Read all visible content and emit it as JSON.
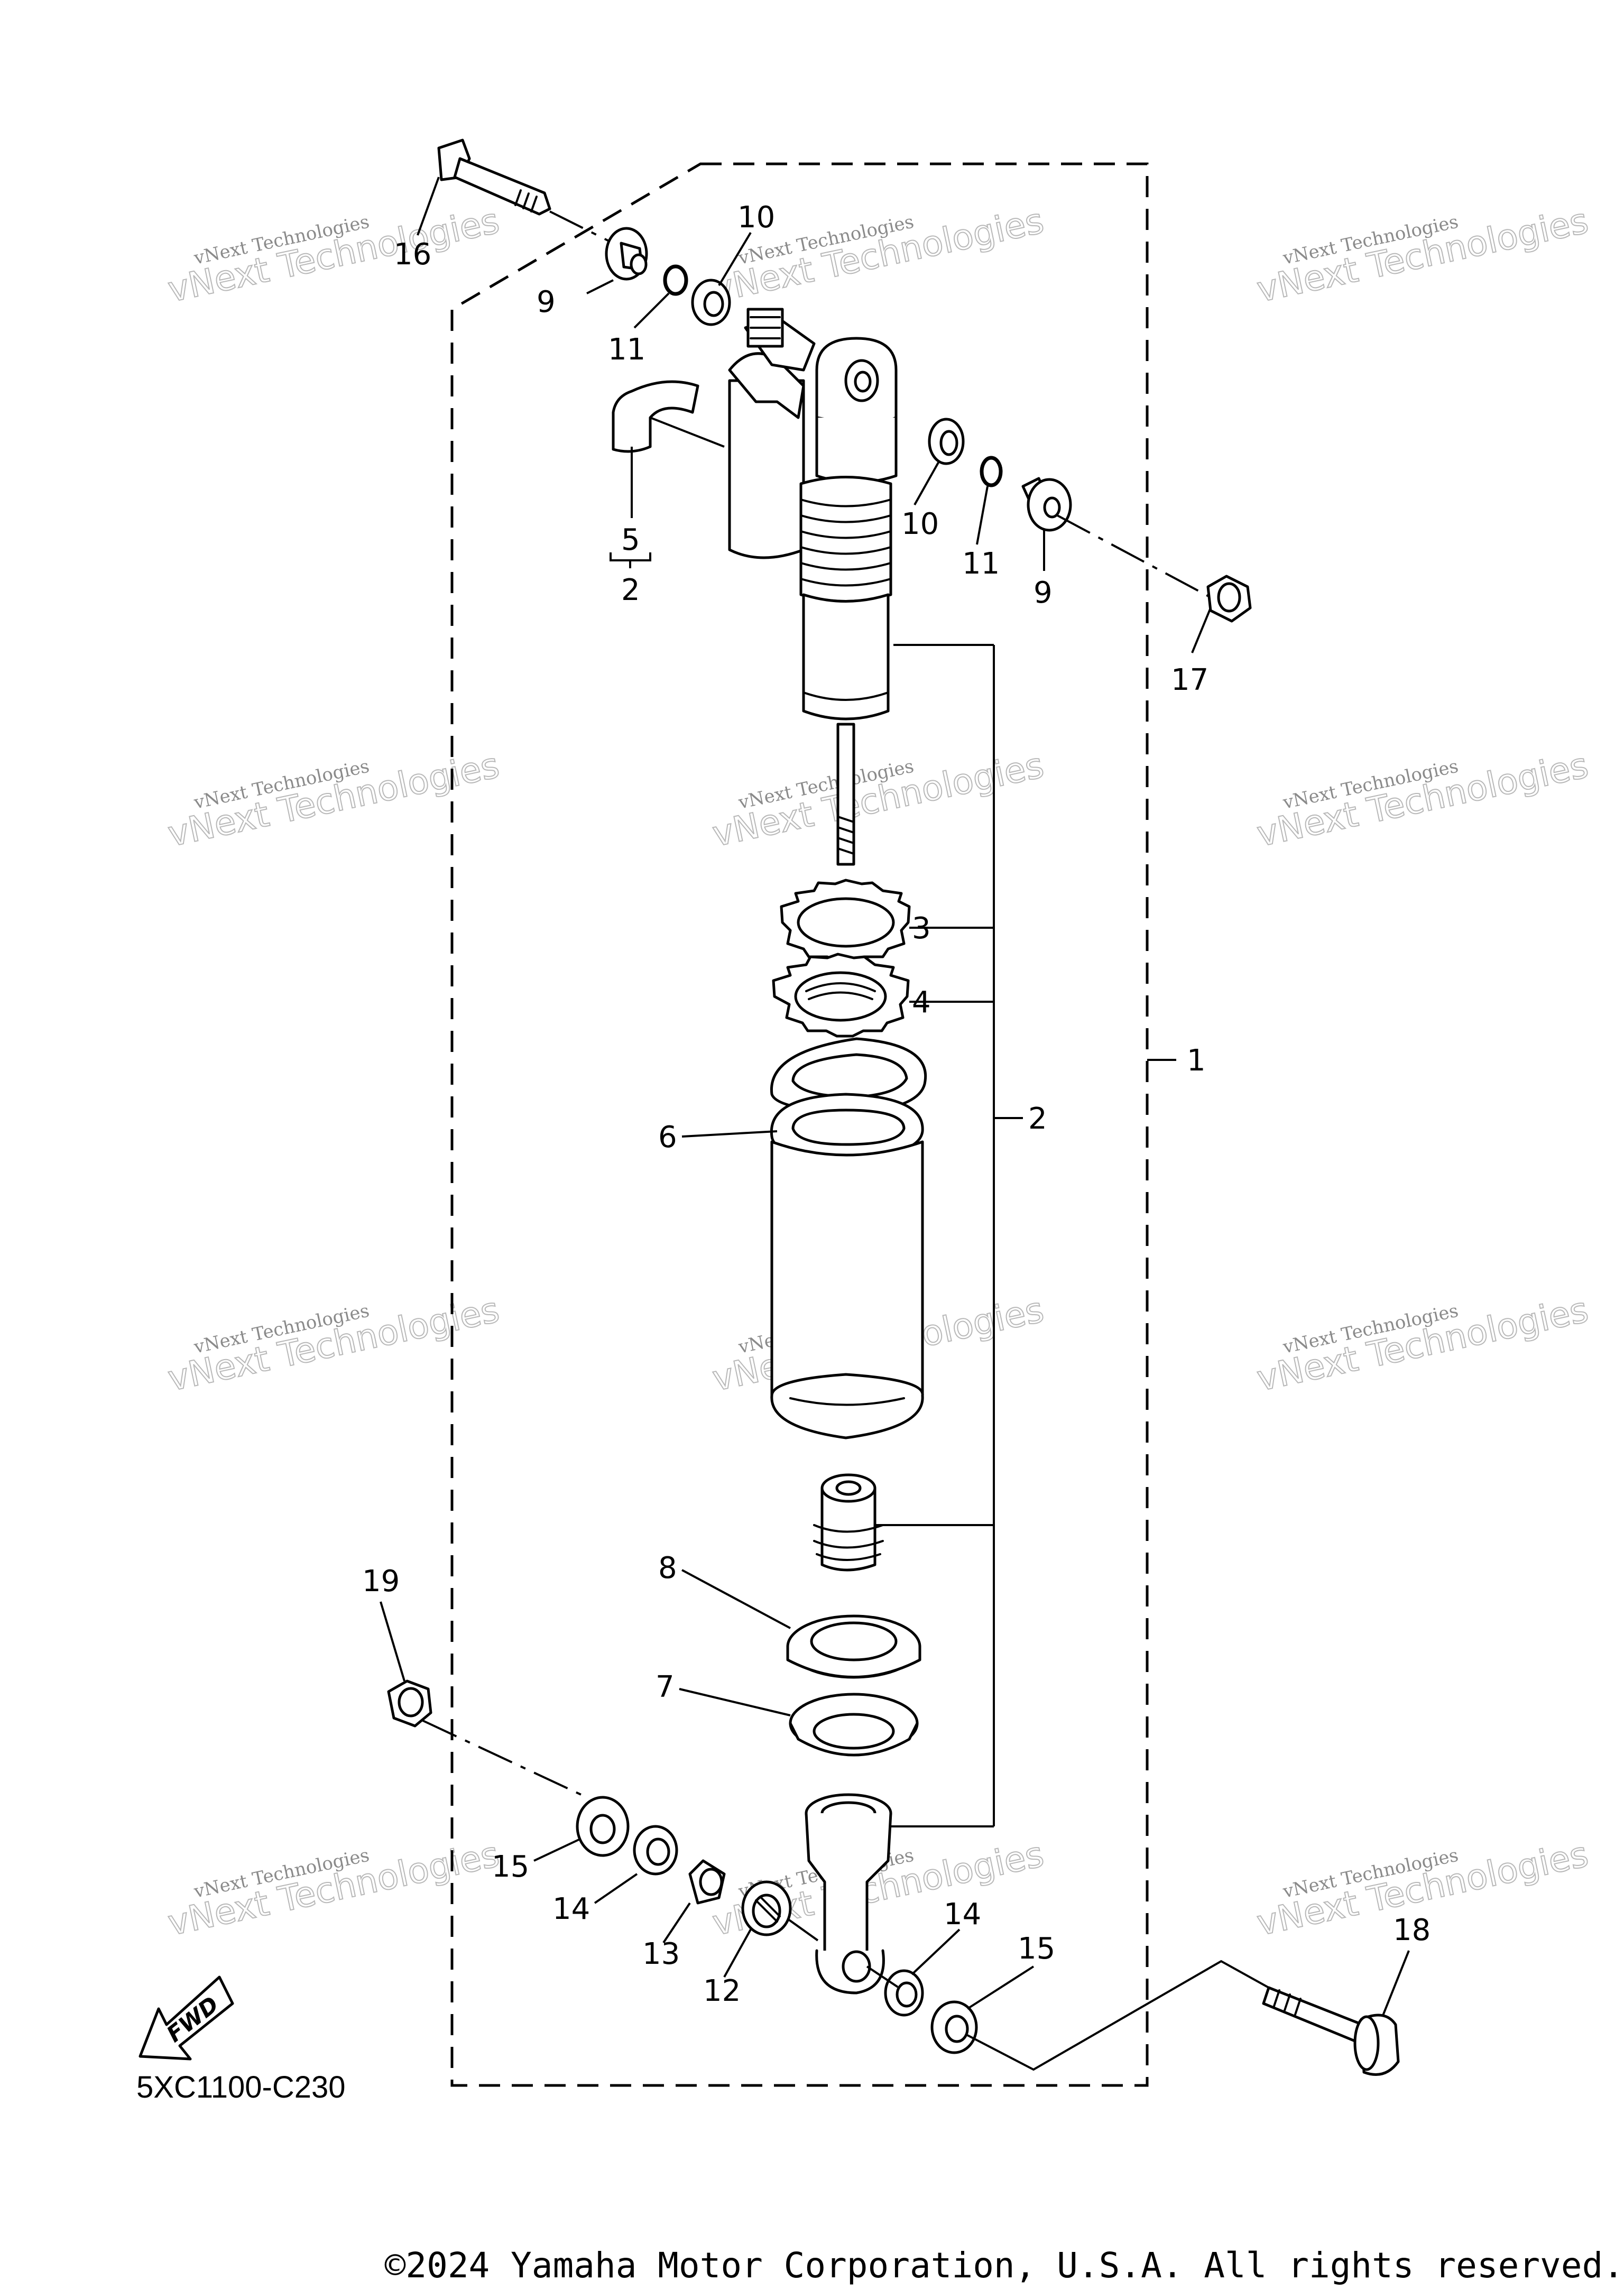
{
  "diagram_code": "5XC1100-C230",
  "copyright": "©2024 Yamaha Motor Corporation, U.S.A. All rights reserved.",
  "fwd_label": "FWD",
  "watermark": {
    "line1": "vNext Technologies",
    "line2": "vNext Technologies"
  },
  "callouts": {
    "c1": "1",
    "c2_main": "2",
    "c2_sub": "2",
    "c3": "3",
    "c4": "4",
    "c5": "5",
    "c6": "6",
    "c7": "7",
    "c8": "8",
    "c9_top": "9",
    "c9_right": "9",
    "c10_top": "10",
    "c10_right": "10",
    "c11_top": "11",
    "c11_right": "11",
    "c12": "12",
    "c13": "13",
    "c14_left": "14",
    "c14_right": "14",
    "c15_left": "15",
    "c15_right": "15",
    "c16": "16",
    "c17": "17",
    "c18": "18",
    "c19": "19"
  }
}
